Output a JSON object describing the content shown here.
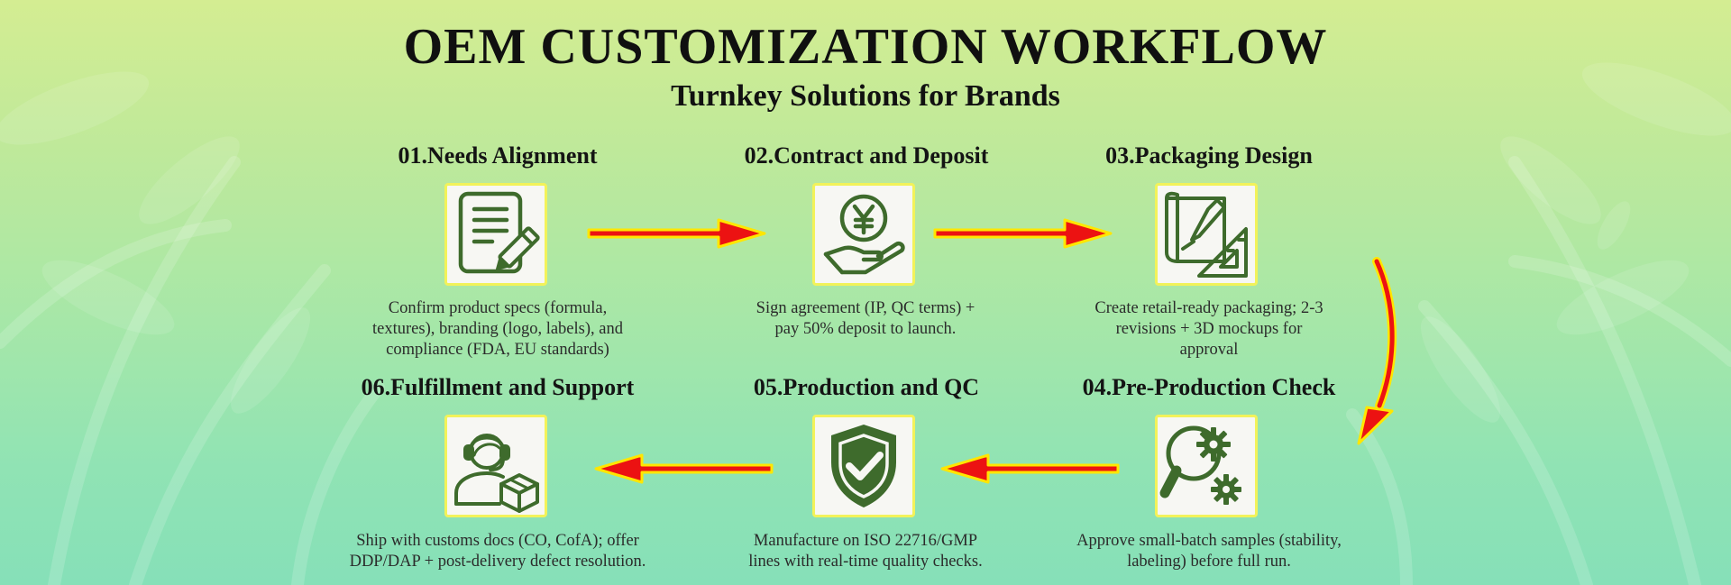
{
  "header": {
    "title": "OEM CUSTOMIZATION WORKFLOW",
    "subtitle": "Turnkey Solutions for Brands"
  },
  "colors": {
    "icon": "#3e6b2c",
    "arrow_fill": "#ec1212",
    "arrow_outline": "#ffe600",
    "box_border": "#f2f25a"
  },
  "steps": [
    {
      "title": "01.Needs Alignment",
      "icon": "document-pencil-icon",
      "lines": [
        "Confirm product specs (formula,",
        "textures), branding (logo, labels), and",
        "compliance (FDA, EU standards)"
      ]
    },
    {
      "title": "02.Contract and Deposit",
      "icon": "yen-coin-hand-icon",
      "lines": [
        "Sign agreement (IP, QC terms) +",
        "pay 50% deposit to launch."
      ]
    },
    {
      "title": "03.Packaging Design",
      "icon": "blueprint-pencil-ruler-icon",
      "lines": [
        "Create retail-ready packaging; 2-3",
        "revisions + 3D mockups for",
        "approval"
      ]
    },
    {
      "title": "04.Pre-Production Check",
      "icon": "magnifier-gears-icon",
      "lines": [
        "Approve small-batch samples (stability,",
        "labeling) before full run."
      ]
    },
    {
      "title": "05.Production and QC",
      "icon": "shield-check-icon",
      "lines": [
        "Manufacture on ISO 22716/GMP",
        "lines with real-time quality checks."
      ]
    },
    {
      "title": "06.Fulfillment and Support",
      "icon": "support-agent-box-icon",
      "lines": [
        "Ship with customs docs (CO, CofA); offer",
        "DDP/DAP + post-delivery defect resolution."
      ]
    }
  ]
}
